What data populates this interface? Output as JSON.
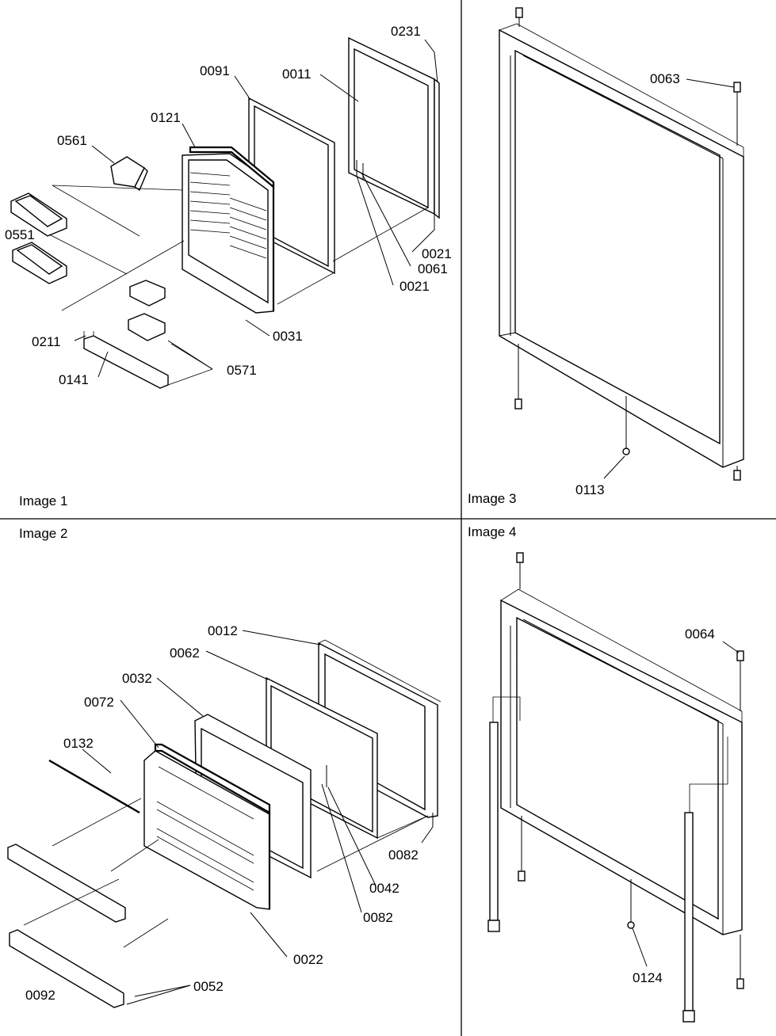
{
  "images": [
    {
      "caption": "Image 1",
      "labels": [
        "0231",
        "0011",
        "0091",
        "0121",
        "0561",
        "0551",
        "0021",
        "0061",
        "0021",
        "0211",
        "0031",
        "0141",
        "0571"
      ]
    },
    {
      "caption": "Image 2",
      "labels": [
        "0012",
        "0062",
        "0032",
        "0072",
        "0132",
        "0082",
        "0042",
        "0082",
        "0022",
        "0092",
        "0052"
      ]
    },
    {
      "caption": "Image 3",
      "labels": [
        "0063",
        "0113"
      ]
    },
    {
      "caption": "Image 4",
      "labels": [
        "0064",
        "0124"
      ]
    }
  ]
}
